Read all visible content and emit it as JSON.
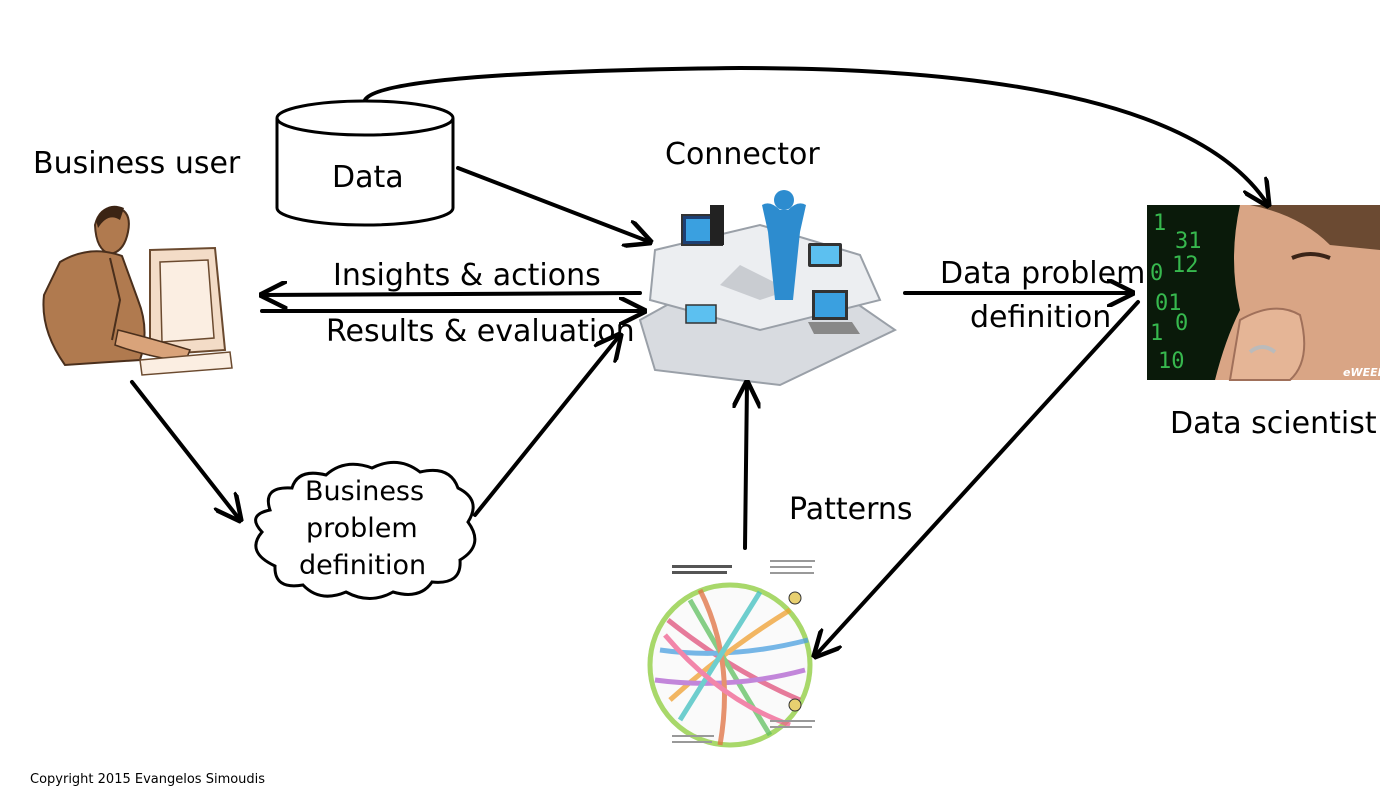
{
  "labels": {
    "business_user": "Business user",
    "data": "Data",
    "connector": "Connector",
    "data_scientist": "Data scientist",
    "insights_actions": "Insights & actions",
    "results_evaluation": "Results & evaluation",
    "data_problem_line1": "Data problem",
    "data_problem_line2": "definition",
    "business_problem_line1": "Business",
    "business_problem_line2": "problem",
    "business_problem_line3": "definition",
    "patterns": "Patterns"
  },
  "watermark": "eWEEK",
  "copyright": "Copyright 2015 Evangelos Simoudis",
  "colors": {
    "line": "#000000",
    "user_skin": "#b07a4f",
    "connector_person": "#2d8ccf",
    "puzzle": "#d8dbe0",
    "scientist_bg": "#0a1a0a",
    "scientist_digits": "#3fd45a"
  }
}
